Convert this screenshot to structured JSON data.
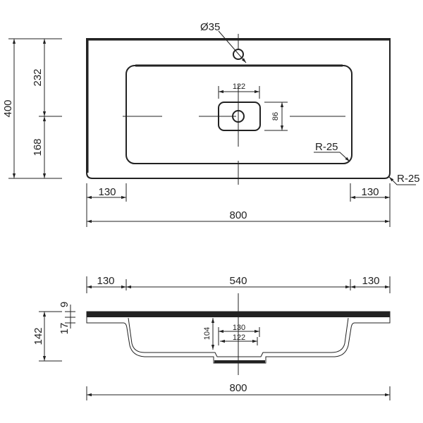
{
  "top_view": {
    "overall_depth": "400",
    "rear_to_drain": "232",
    "drain_to_front": "168",
    "tap_hole": "Ø35",
    "drain_width": "122",
    "drain_depth": "86",
    "basin_radius": "R-25",
    "outer_radius": "R-25",
    "left_margin": "130",
    "right_margin": "130",
    "overall_width": "800"
  },
  "section_view": {
    "left_margin": "130",
    "basin_width": "540",
    "right_margin": "130",
    "slab_top": "9",
    "slab_thickness": "17",
    "overall_height": "142",
    "basin_depth": "104",
    "drain_outer": "130",
    "drain_inner": "122",
    "overall_width": "800"
  },
  "colors": {
    "line": "#222222",
    "background": "#ffffff"
  }
}
